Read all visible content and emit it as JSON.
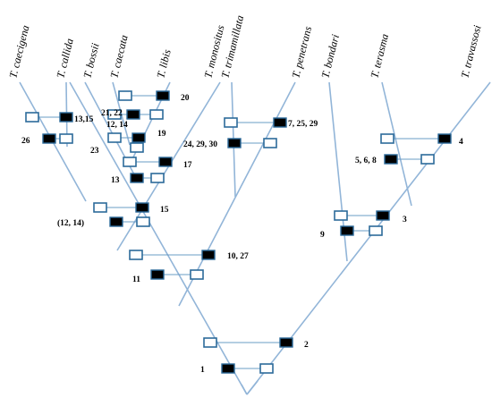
{
  "taxa": [
    "T. caecigena",
    "T. callida",
    "T. bossii",
    "T. caecata",
    "T. libis",
    "T. monositus",
    "T. trimamillata",
    "T. penetrans",
    "T. bondari",
    "T. terasma",
    "T. travassosi"
  ],
  "character_labels": {
    "c1": "1",
    "c2": "2",
    "c3": "3",
    "c4": "4",
    "c5_6_8": "5, 6, 8",
    "c7_25_29": "7, 25, 29",
    "c9": "9",
    "c10_27": "10, 27",
    "c11": "11",
    "c12_14_par": "(12, 14)",
    "c12_14": "12, 14",
    "c13": "13",
    "c13_15": "13,15",
    "c15": "15",
    "c17": "17",
    "c19": "19",
    "c20": "20",
    "c21_22": "21, 22",
    "c23": "23",
    "c24_29_30": "24, 29, 30",
    "c26": "26"
  },
  "colors": {
    "branch": "#92B5D8",
    "box_outline": "#2C6A9A",
    "box_fill_closed": "#000000",
    "box_fill_open": "#ffffff",
    "text": "#000000"
  }
}
